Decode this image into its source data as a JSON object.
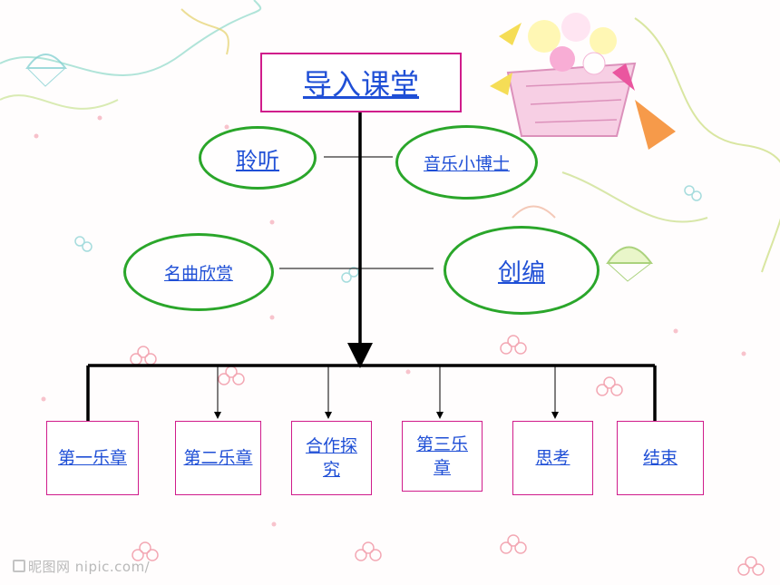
{
  "title": "导入课堂",
  "ovals": {
    "listen": "聆听",
    "music_doctor": "音乐小博士",
    "appreciation": "名曲欣赏",
    "create": "创编"
  },
  "boxes": [
    {
      "label": "第一乐章"
    },
    {
      "label": "第二乐章"
    },
    {
      "label": "合作探究"
    },
    {
      "label": "第三乐章"
    },
    {
      "label": "思考"
    },
    {
      "label": "结束"
    }
  ],
  "watermark": "昵图网 nipic.com/",
  "colors": {
    "box_border": "#d01c8b",
    "oval_border": "#2aa62a",
    "link": "#1f4fd6",
    "line": "#000000"
  }
}
